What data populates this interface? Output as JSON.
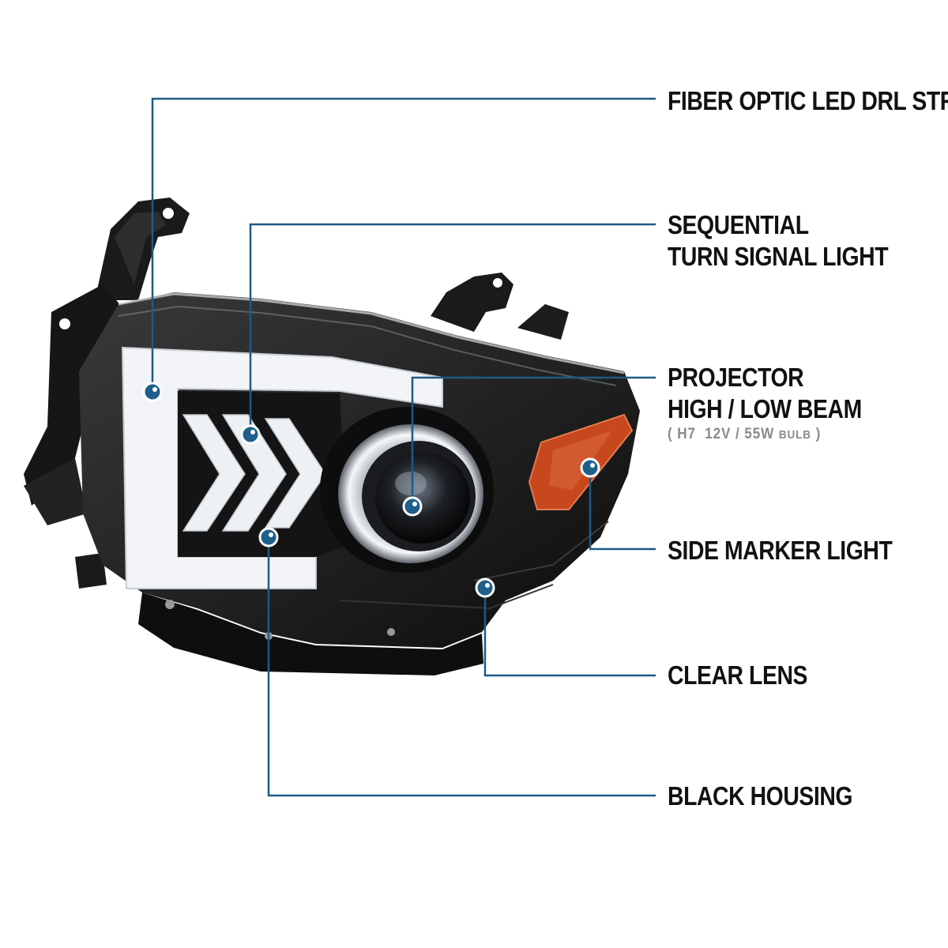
{
  "colors": {
    "callout_line": "#1e5a85",
    "callout_dot": "#1f5f8b",
    "housing": "#141414",
    "drl": "#f2f4f7",
    "amber": "#c8481e"
  },
  "callouts": [
    {
      "id": "fiber-optic",
      "lines": [
        "FIBER OPTIC LED DRL STRIP"
      ]
    },
    {
      "id": "sequential",
      "lines": [
        "SEQUENTIAL",
        "TURN SIGNAL LIGHT"
      ]
    },
    {
      "id": "projector",
      "lines": [
        "PROJECTOR",
        "HIGH / LOW BEAM"
      ]
    },
    {
      "id": "side-marker",
      "lines": [
        "SIDE MARKER LIGHT"
      ]
    },
    {
      "id": "clear-lens",
      "lines": [
        "CLEAR LENS"
      ]
    },
    {
      "id": "black-housing",
      "lines": [
        "BLACK HOUSING"
      ]
    }
  ],
  "projector_spec": {
    "open": "(",
    "bulb": "H7",
    "rating": "12V / 55W",
    "unit": "BULB",
    "close": ")"
  }
}
